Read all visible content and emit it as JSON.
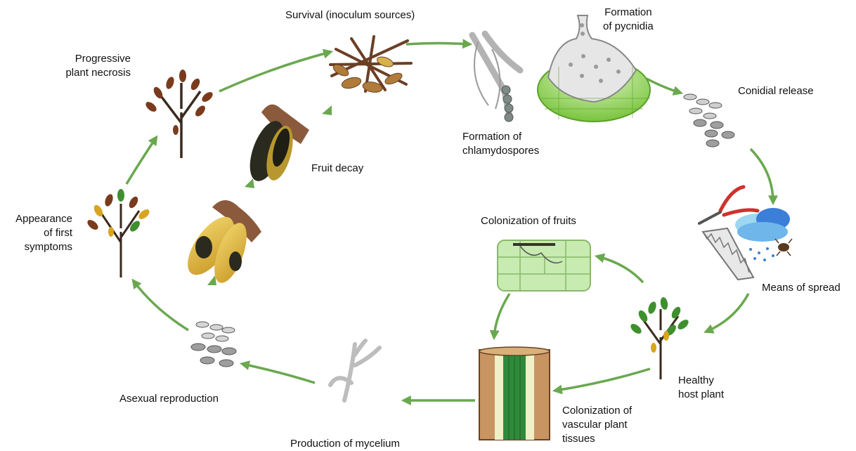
{
  "labels": {
    "survival": "Survival (inoculum sources)",
    "pycnidia_1": "Formation",
    "pycnidia_2": "of pycnidia",
    "conidial": "Conidial release",
    "chlamy_1": "Formation of",
    "chlamy_2": "chlamydospores",
    "means": "Means of spread",
    "healthy_1": "Healthy",
    "healthy_2": "host plant",
    "vascular_1": "Colonization of",
    "vascular_2": "vascular plant",
    "vascular_3": "tissues",
    "fruits": "Colonization of fruits",
    "mycelium": "Production of mycelium",
    "asexual": "Asexual reproduction",
    "appear_1": "Appearance",
    "appear_2": "of first",
    "appear_3": "symptoms",
    "necrosis_1": "Progressive",
    "necrosis_2": "plant necrosis",
    "fruit_decay": "Fruit decay"
  },
  "colors": {
    "arrow": "#6aa84f",
    "trunk": "#3a2a1e",
    "leaf_green": "#3f8f2e",
    "leaf_brown": "#7a3b1d",
    "leaf_yellow": "#d9a521",
    "tissue_green": "#8fd14f",
    "spore_gray": "#8c8c8c",
    "cloud_blue": "#3b7fd8",
    "pruner_red": "#d0312d"
  },
  "icons": [
    "inoculum-debris-icon",
    "pycnidium-icon",
    "chlamydospore-hyphae-icon",
    "conidia-icon",
    "spread-tools-icon",
    "healthy-tree-icon",
    "vascular-tissue-icon",
    "fruit-tissue-icon",
    "mycelium-icon",
    "asexual-spores-icon",
    "symptom-tree-icon",
    "necrotic-tree-icon",
    "decayed-fruit-icon",
    "diseased-fruit-icon"
  ]
}
